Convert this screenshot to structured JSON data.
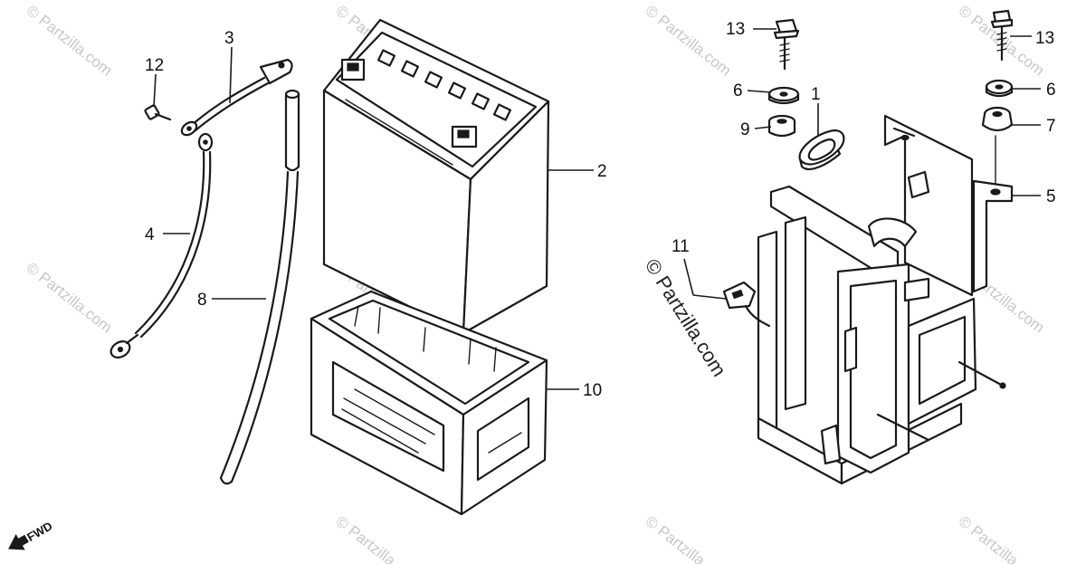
{
  "watermark": {
    "text": "© Partzilla.com",
    "tile_text": "© Partzilla.com",
    "color": "#c8c8c8"
  },
  "direction_marker": {
    "label": "FWD"
  },
  "callouts": [
    {
      "id": "1",
      "label": "1"
    },
    {
      "id": "2",
      "label": "2"
    },
    {
      "id": "3",
      "label": "3"
    },
    {
      "id": "4",
      "label": "4"
    },
    {
      "id": "5",
      "label": "5"
    },
    {
      "id": "6a",
      "label": "6"
    },
    {
      "id": "6b",
      "label": "6"
    },
    {
      "id": "7",
      "label": "7"
    },
    {
      "id": "8",
      "label": "8"
    },
    {
      "id": "9",
      "label": "9"
    },
    {
      "id": "10",
      "label": "10"
    },
    {
      "id": "11",
      "label": "11"
    },
    {
      "id": "12",
      "label": "12"
    },
    {
      "id": "13a",
      "label": "13"
    },
    {
      "id": "13b",
      "label": "13"
    }
  ]
}
